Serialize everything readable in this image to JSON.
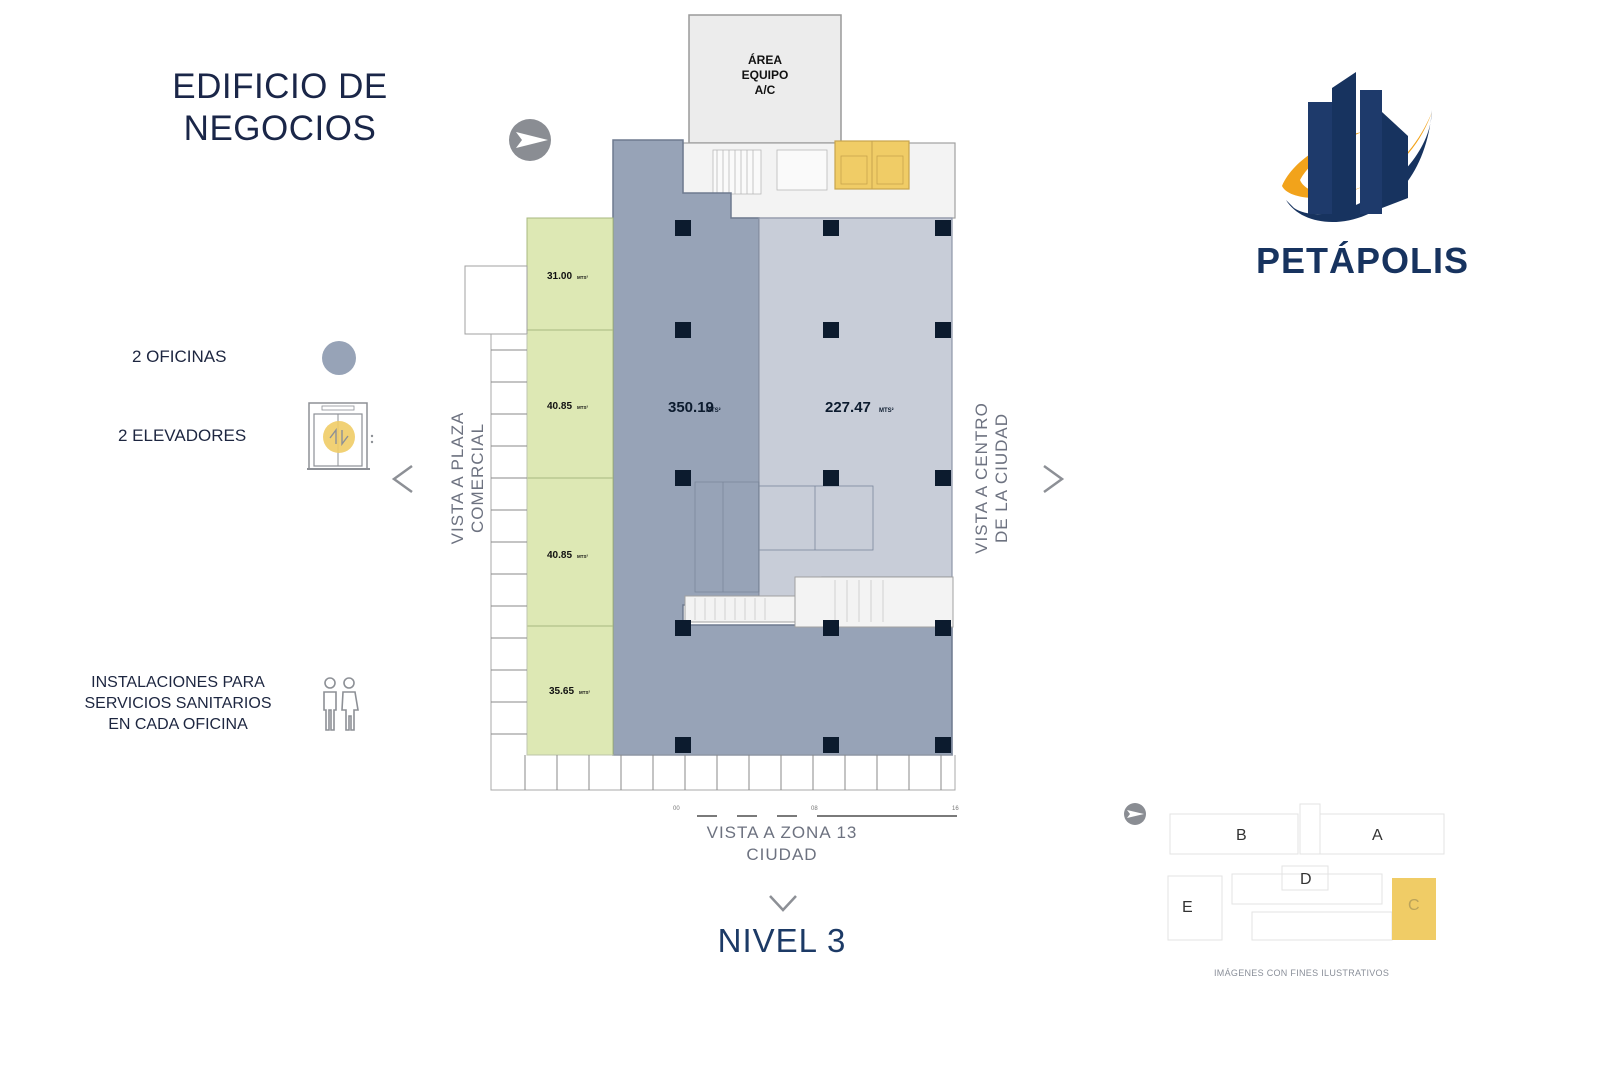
{
  "title": {
    "line1": "EDIFICIO DE",
    "line2": "NEGOCIOS"
  },
  "legend": {
    "offices": "2 OFICINAS",
    "elevators": "2 ELEVADORES",
    "sanitary": {
      "line1": "INSTALACIONES PARA",
      "line2": "SERVICIOS SANITARIOS",
      "line3": "EN CADA OFICINA"
    }
  },
  "plan": {
    "ac_area": {
      "line1": "ÁREA",
      "line2": "EQUIPO",
      "line3": "A/C"
    },
    "office_a": {
      "area": "350.19",
      "unit": "MTS²"
    },
    "office_b": {
      "area": "227.47",
      "unit": "MTS²"
    },
    "locals": [
      {
        "area": "31.00",
        "unit": "MTS²"
      },
      {
        "area": "40.85",
        "unit": "MTS²"
      },
      {
        "area": "40.85",
        "unit": "MTS²"
      },
      {
        "area": "35.65",
        "unit": "MTS²"
      }
    ],
    "scale": {
      "s0": "00",
      "s1": "08",
      "s2": "16"
    }
  },
  "views": {
    "left": {
      "line1": "VISTA A PLAZA",
      "line2": "COMERCIAL"
    },
    "right": {
      "line1": "VISTA A CENTRO",
      "line2": "DE LA CIUDAD"
    },
    "bottom": {
      "line1": "VISTA A ZONA 13",
      "line2": "CIUDAD"
    }
  },
  "level": "NIVEL 3",
  "brand": "PETÁPOLIS",
  "keymap": {
    "a": "A",
    "b": "B",
    "c": "C",
    "d": "D",
    "e": "E"
  },
  "disclaimer": "IMÁGENES CON FINES ILUSTRATIVOS",
  "colors": {
    "office_dark": "#97a3b7",
    "office_light": "#c8cdd8",
    "local_green": "#dde8b4",
    "elevator_yellow": "#f0cc66",
    "brand_navy": "#17335f",
    "brand_orange": "#f2a31b"
  }
}
